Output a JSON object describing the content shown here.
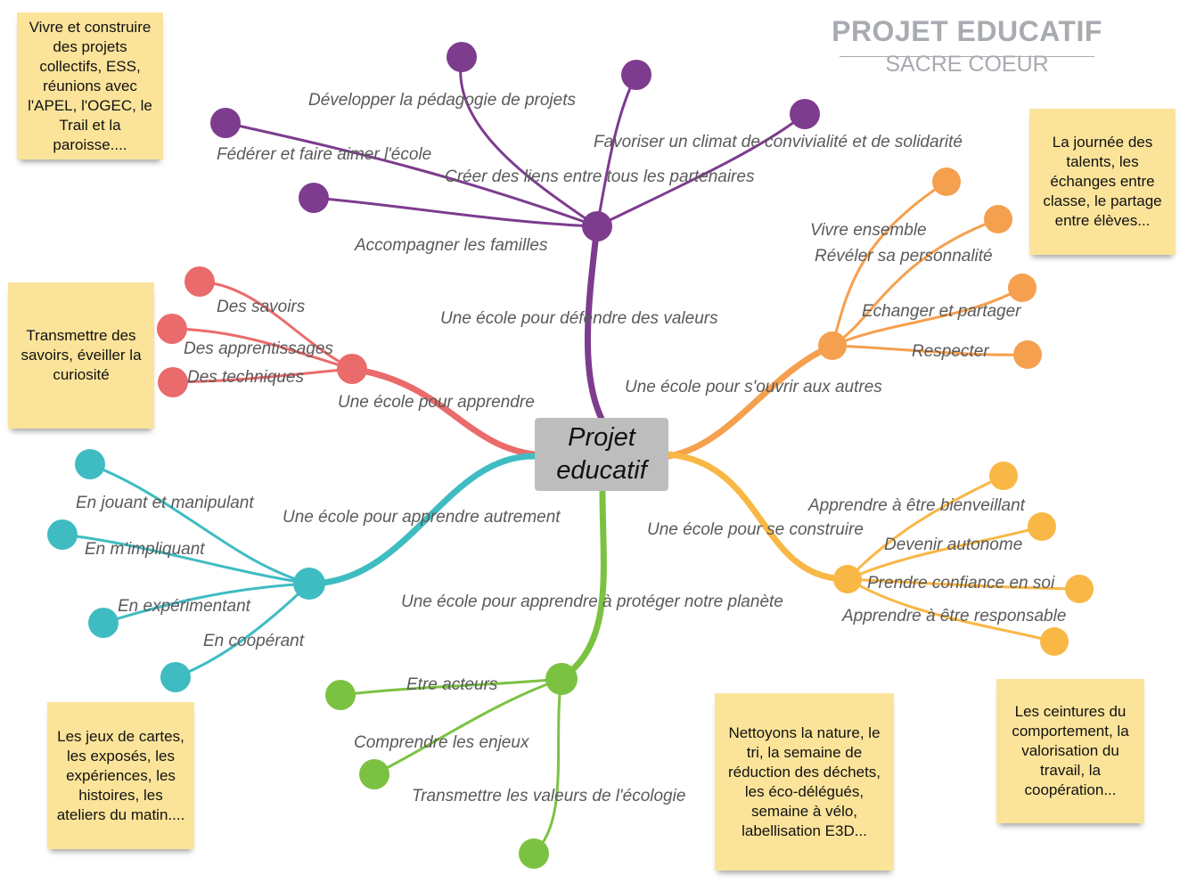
{
  "title": {
    "main": "PROJET EDUCATIF",
    "sub": "SACRE COEUR"
  },
  "center": {
    "label": "Projet\neducatif"
  },
  "colors": {
    "purple": "#7d3c8e",
    "orange": "#f5a04e",
    "red": "#ea6b6b",
    "teal": "#3fbcc2",
    "yellow_orange": "#f9b745",
    "green": "#7cc242",
    "note_bg": "#fbe49a",
    "center_bg": "#bdbdbd"
  },
  "branches": {
    "valeurs": {
      "label": "Une école pour défendre des valeurs",
      "children": [
        "Développer la pédagogie de projets",
        "Favoriser un climat de convivialité et de solidarité",
        "Fédérer et faire aimer l'école",
        "Créer des liens entre tous les partenaires",
        "Accompagner les familles"
      ]
    },
    "ouvrir": {
      "label": "Une école pour s'ouvrir aux autres",
      "children": [
        "Vivre ensemble",
        "Révéler sa personnalité",
        "Echanger et partager",
        "Respecter"
      ]
    },
    "apprendre": {
      "label": "Une école pour apprendre",
      "children": [
        "Des savoirs",
        "Des apprentissages",
        "Des techniques"
      ]
    },
    "autrement": {
      "label": "Une école pour apprendre autrement",
      "children": [
        "En jouant et manipulant",
        "En m'impliquant",
        "En expérimentant",
        "En coopérant"
      ]
    },
    "construire": {
      "label": "Une école pour se construire",
      "children": [
        "Apprendre à être bienveillant",
        "Devenir autonome",
        "Prendre confiance en soi",
        "Apprendre à être responsable"
      ]
    },
    "planete": {
      "label": "Une école pour apprendre à protéger notre planète",
      "children": [
        "Etre acteurs",
        "Comprendre les enjeux",
        "Transmettre les valeurs de l'écologie"
      ]
    }
  },
  "notes": {
    "top_left": "Vivre et construire des projets collectifs, ESS, réunions avec l'APEL, l'OGEC, le Trail et la paroisse....",
    "top_right": "La journée des talents, les échanges entre classe, le partage entre élèves...",
    "mid_left": "Transmettre des savoirs, éveiller la curiosité",
    "bottom_left": "Les jeux de cartes, les exposés, les expériences, les histoires, les ateliers du matin....",
    "bottom_center": "Nettoyons la nature, le tri, la semaine de réduction des déchets, les éco-délégués, semaine à vélo, labellisation E3D...",
    "bottom_right": "Les ceintures du comportement, la valorisation du travail, la coopération..."
  }
}
